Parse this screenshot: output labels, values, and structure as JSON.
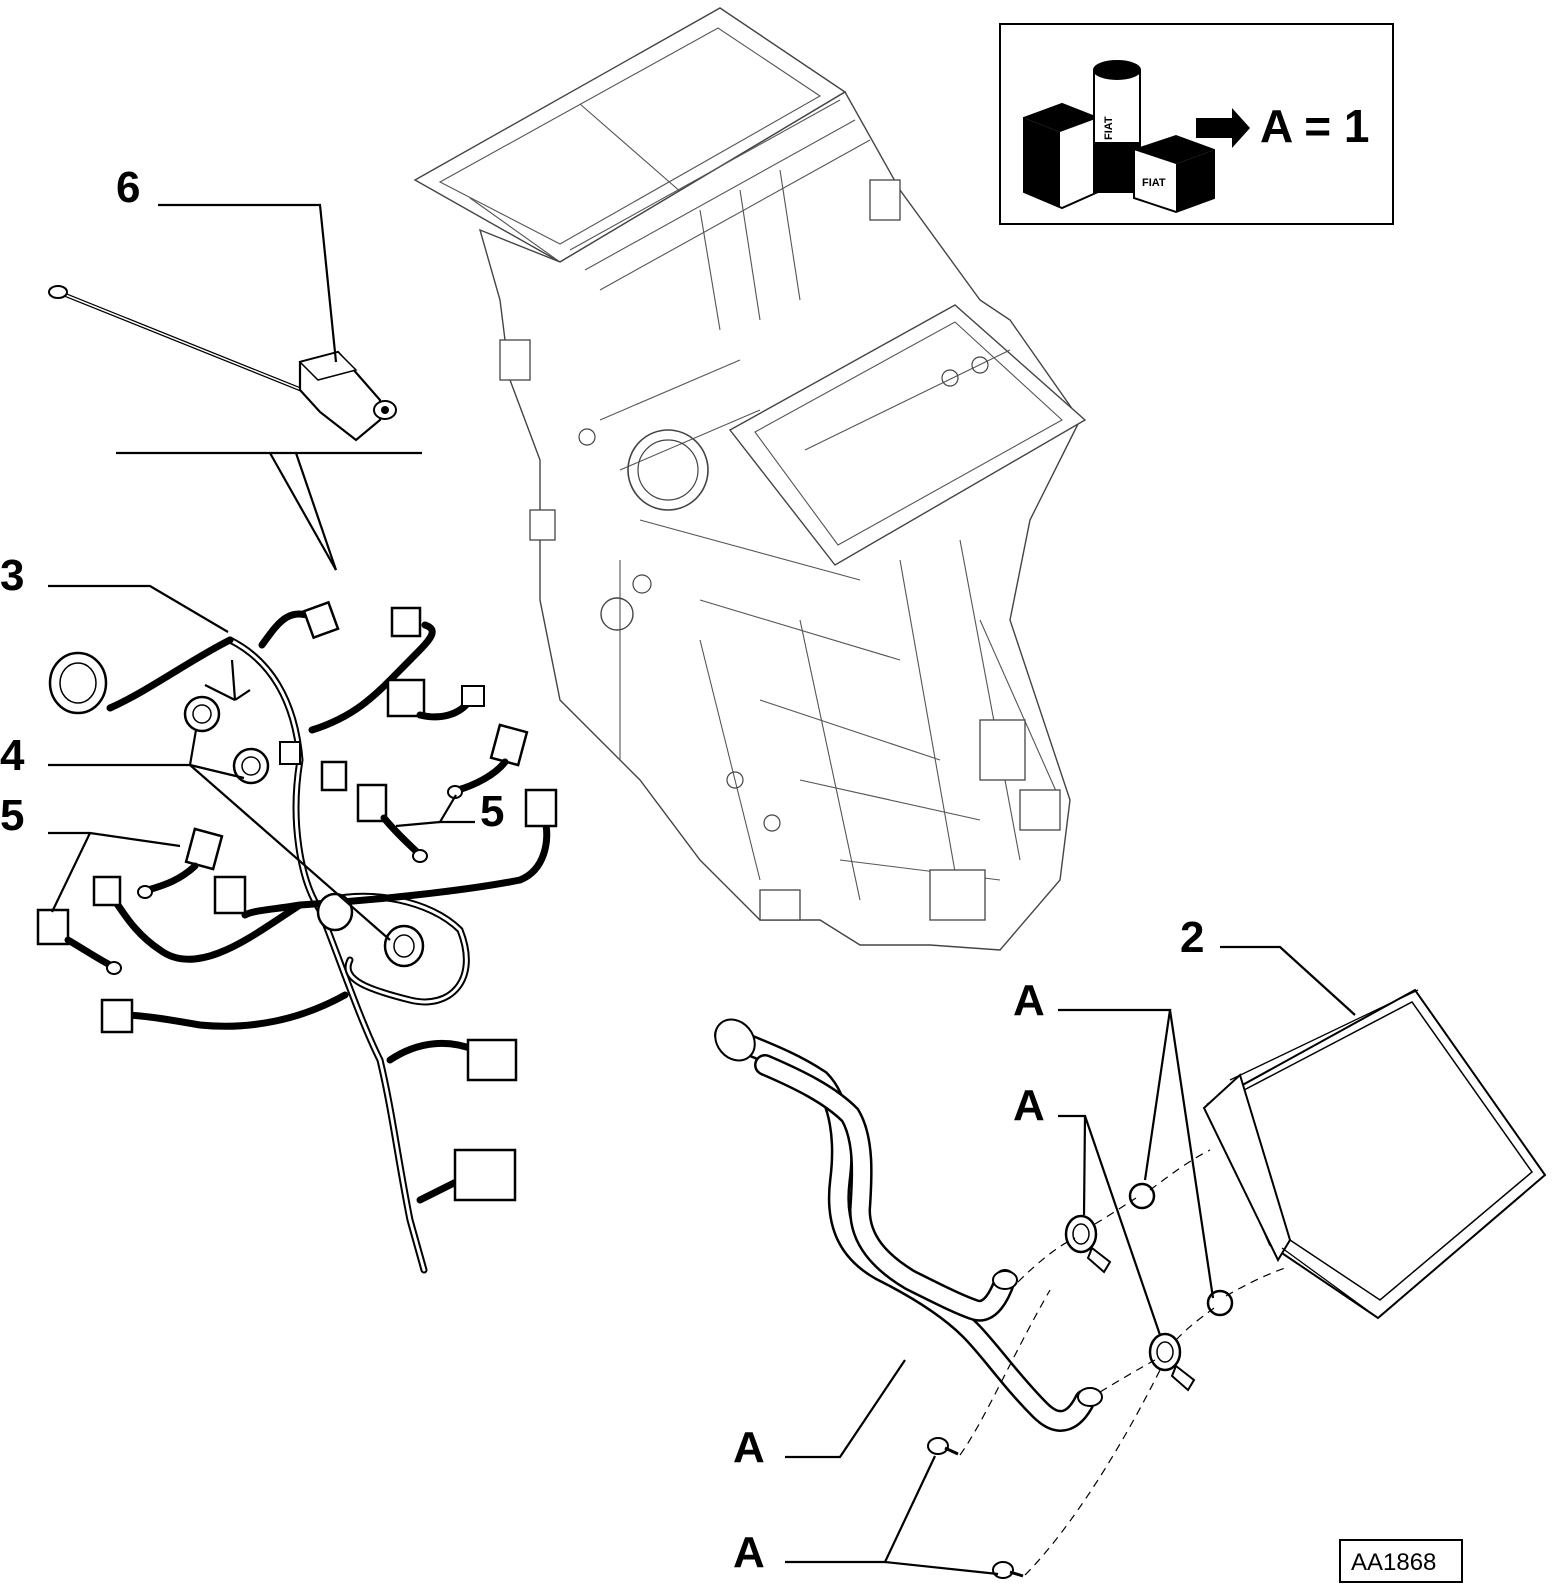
{
  "legend": {
    "text": "A = 1",
    "product_brand": "FIAT"
  },
  "callouts": {
    "c6": "6",
    "c3": "3",
    "c4": "4",
    "c5_left": "5",
    "c5_right": "5",
    "c2": "2",
    "a1": "A",
    "a2": "A",
    "a3": "A",
    "a4": "A"
  },
  "reference_code": "AA1868"
}
